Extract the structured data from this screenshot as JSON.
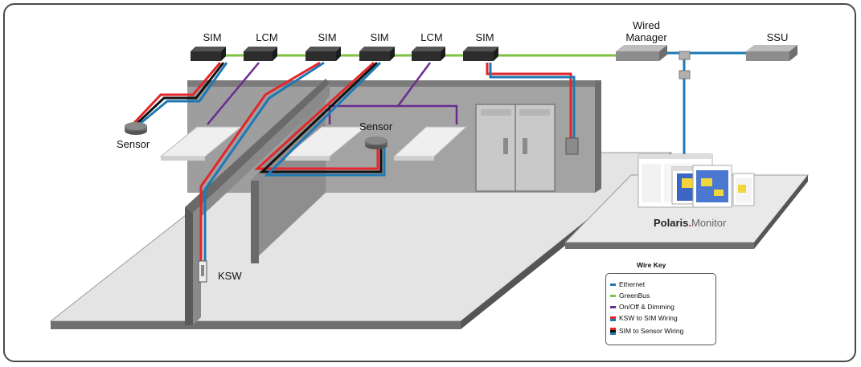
{
  "labels": {
    "sim_1": "SIM",
    "lcm_1": "LCM",
    "sim_2": "SIM",
    "sim_3": "SIM",
    "lcm_2": "LCM",
    "sim_4": "SIM",
    "wired_manager_line1": "Wired",
    "wired_manager_line2": "Manager",
    "ssu": "SSU",
    "sensor_left": "Sensor",
    "sensor_center": "Sensor",
    "ksw": "KSW"
  },
  "polaris": {
    "brand": "Polaris",
    "dot": ".",
    "product": "Monitor"
  },
  "wire_key": {
    "title": "Wire Key",
    "items": [
      {
        "label": "Ethernet",
        "colors": [
          "#1f78b4"
        ]
      },
      {
        "label": "GreenBus",
        "colors": [
          "#7ec242"
        ]
      },
      {
        "label": "On/Off & Dimming",
        "colors": [
          "#6a2c91"
        ]
      },
      {
        "label": "KSW to SIM Wiring",
        "colors": [
          "#e3262a",
          "#1f78b4"
        ]
      },
      {
        "label": "SIM to Sensor Wiring",
        "colors": [
          "#e3262a",
          "#111111",
          "#1f78b4"
        ]
      }
    ]
  },
  "colors": {
    "ethernet": "#1f78b4",
    "greenbus": "#7ec242",
    "dimming": "#6a2c91",
    "red": "#e3262a",
    "black": "#111111"
  }
}
